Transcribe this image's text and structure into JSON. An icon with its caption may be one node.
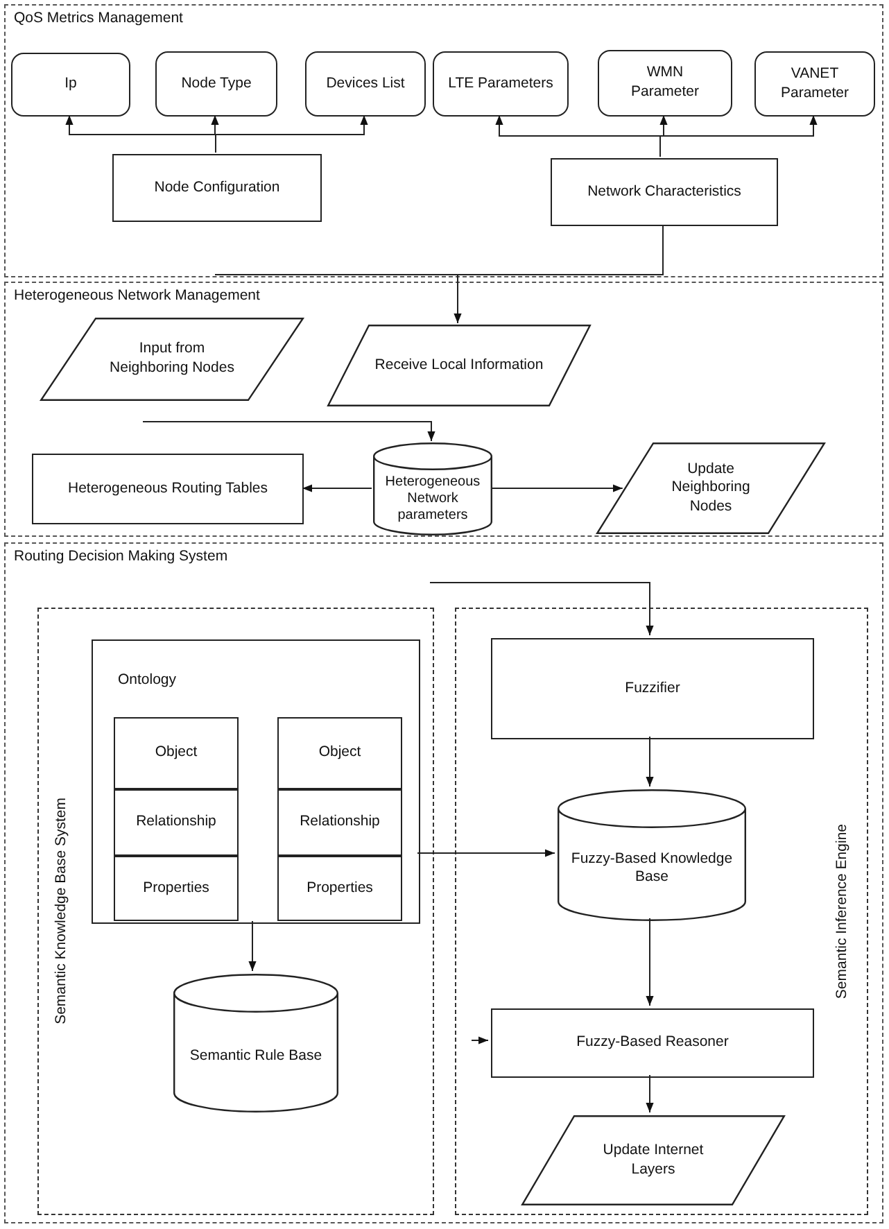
{
  "diagram": {
    "nodes": [
      {
        "text": [
          "QoS Metrics Management"
        ]
      },
      {
        "text": [
          "Ip"
        ],
        "in": 0
      },
      {
        "text": [
          "Node Type"
        ],
        "in": 0
      },
      {
        "text": [
          "Devices List"
        ],
        "in": 0
      },
      {
        "text": [
          "LTE Parameters"
        ],
        "in": 0
      },
      {
        "text": [
          "WMN Parameter"
        ],
        "in": 0
      },
      {
        "text": [
          "VANET Parameter"
        ],
        "in": 0
      },
      {
        "text": [
          "Node Configuration"
        ],
        "in": 0
      },
      {
        "text": [
          "Network Characteristics"
        ],
        "in": 0
      },
      {
        "text": [
          "Heterogeneous Network Management"
        ]
      },
      {
        "text": [
          "Input from Neighboring Nodes"
        ],
        "in": 9
      },
      {
        "text": [
          "Receive Local Information"
        ],
        "in": 9
      },
      {
        "text": [
          "Heterogeneous Routing Tables"
        ],
        "in": 9
      },
      {
        "text": [
          "Heterogeneous Network parameters"
        ],
        "in": 9
      },
      {
        "text": [
          "Update Neighboring Nodes"
        ],
        "in": 9
      },
      {
        "text": [
          "Routing Decision Making System"
        ]
      },
      {
        "text": [
          "Semantic Knowledge Base System"
        ],
        "in": 15
      },
      {
        "text": [
          "Ontology"
        ],
        "in": 16
      },
      {
        "text": [
          "Object"
        ],
        "in": 17
      },
      {
        "text": [
          "Relationship"
        ],
        "in": 17
      },
      {
        "text": [
          "Properties"
        ],
        "in": 17
      },
      {
        "text": [
          "Object"
        ],
        "in": 17
      },
      {
        "text": [
          "Relationship"
        ],
        "in": 17
      },
      {
        "text": [
          "Properties"
        ],
        "in": 17
      },
      {
        "text": [
          "Semantic Rule Base"
        ],
        "in": 16
      },
      {
        "text": [
          "Semantic Inference Engine"
        ],
        "in": 15
      },
      {
        "text": [
          "Fuzzifier"
        ],
        "in": 25
      },
      {
        "text": [
          "Fuzzy-Based Knowledge Base"
        ],
        "in": 25
      },
      {
        "text": [
          "Fuzzy-Based Reasoner"
        ],
        "in": 25
      },
      {
        "text": [
          "Update Internet Layers"
        ],
        "in": 25
      }
    ],
    "edges": [
      {
        "from": 7,
        "to": 1,
        "arrow": "to"
      },
      {
        "from": 7,
        "to": 2,
        "arrow": "to"
      },
      {
        "from": 7,
        "to": 3,
        "arrow": "to"
      },
      {
        "from": 8,
        "to": 4,
        "arrow": "to"
      },
      {
        "from": 8,
        "to": 5,
        "arrow": "to"
      },
      {
        "from": 8,
        "to": 6,
        "arrow": "to"
      },
      {
        "from": 8,
        "to": 11,
        "arrow": "to"
      },
      {
        "from": null,
        "to": 13,
        "arrow": "to"
      },
      {
        "from": 13,
        "to": 12,
        "arrow": "to"
      },
      {
        "from": 13,
        "to": 14,
        "arrow": "to"
      },
      {
        "from": null,
        "to": 26,
        "arrow": "to"
      },
      {
        "from": 26,
        "to": 27,
        "arrow": "to"
      },
      {
        "from": 27,
        "to": 28,
        "arrow": "to"
      },
      {
        "from": 28,
        "to": 29,
        "arrow": "to"
      },
      {
        "from": 17,
        "to": 27,
        "arrow": "to"
      },
      {
        "from": 17,
        "to": 24,
        "arrow": "to"
      },
      {
        "from": null,
        "to": 28,
        "arrow": "to"
      }
    ]
  }
}
